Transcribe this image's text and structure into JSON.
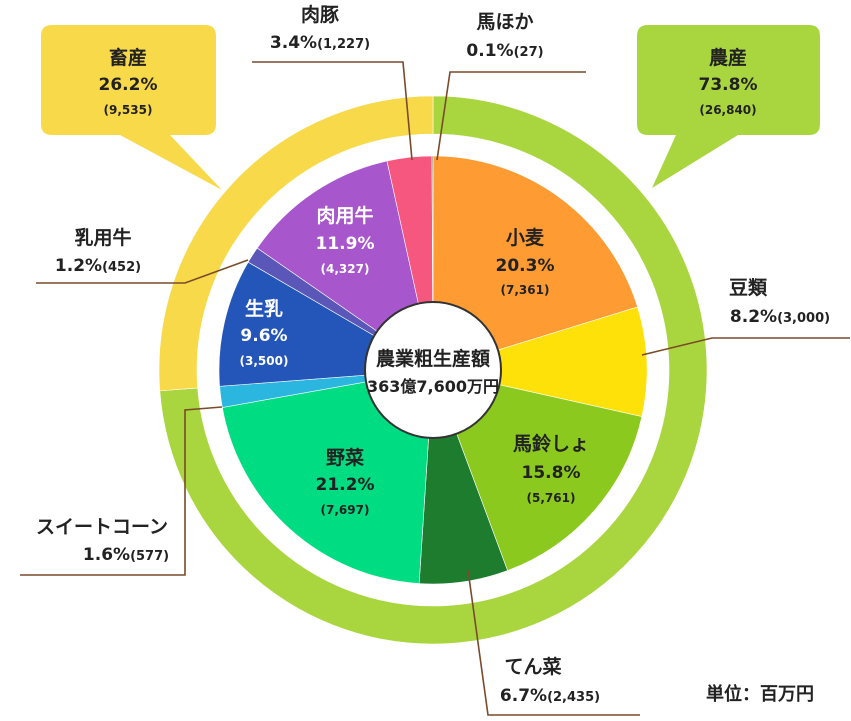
{
  "chart_data": {
    "type": "pie",
    "center_label": {
      "title": "農業粗生産額",
      "total": "363億7,600万円"
    },
    "unit_label": "単位：百万円",
    "outer_ring": [
      {
        "name": "農産",
        "percent": "73.8%",
        "value": 26840,
        "value_label": "(26,840)",
        "color": "#a9d63f"
      },
      {
        "name": "畜産",
        "percent": "26.2%",
        "value": 9535,
        "value_label": "(9,535)",
        "color": "#f7d94a"
      }
    ],
    "inner_ring": [
      {
        "name": "小麦",
        "percent": "20.3%",
        "value": 7361,
        "value_label": "(7,361)",
        "color": "#ff9b33",
        "group": "農産"
      },
      {
        "name": "豆類",
        "percent": "8.2%",
        "value": 3000,
        "value_label": "(3,000)",
        "color": "#ffe10a",
        "group": "農産"
      },
      {
        "name": "馬鈴しょ",
        "percent": "15.8%",
        "value": 5761,
        "value_label": "(5,761)",
        "color": "#8cc91f",
        "group": "農産"
      },
      {
        "name": "てん菜",
        "percent": "6.7%",
        "value": 2435,
        "value_label": "(2,435)",
        "color": "#1e7c2e",
        "group": "農産"
      },
      {
        "name": "野菜",
        "percent": "21.2%",
        "value": 7697,
        "value_label": "(7,697)",
        "color": "#00dc82",
        "group": "農産"
      },
      {
        "name": "スイートコーン",
        "percent": "1.6%",
        "value": 577,
        "value_label": "(577)",
        "color": "#2bb6e0",
        "group": "農産"
      },
      {
        "name": "生乳",
        "percent": "9.6%",
        "value": 3500,
        "value_label": "(3,500)",
        "color": "#2356b8",
        "group": "畜産"
      },
      {
        "name": "乳用牛",
        "percent": "1.2%",
        "value": 452,
        "value_label": "(452)",
        "color": "#5a57b8",
        "group": "畜産"
      },
      {
        "name": "肉用牛",
        "percent": "11.9%",
        "value": 4327,
        "value_label": "(4,327)",
        "color": "#a756cc",
        "group": "畜産"
      },
      {
        "name": "肉豚",
        "percent": "3.4%",
        "value": 1227,
        "value_label": "(1,227)",
        "color": "#f5577f",
        "group": "畜産"
      },
      {
        "name": "馬ほか",
        "percent": "0.1%",
        "value": 27,
        "value_label": "(27)",
        "color": "#5a3a1a",
        "group": "畜産"
      }
    ]
  }
}
